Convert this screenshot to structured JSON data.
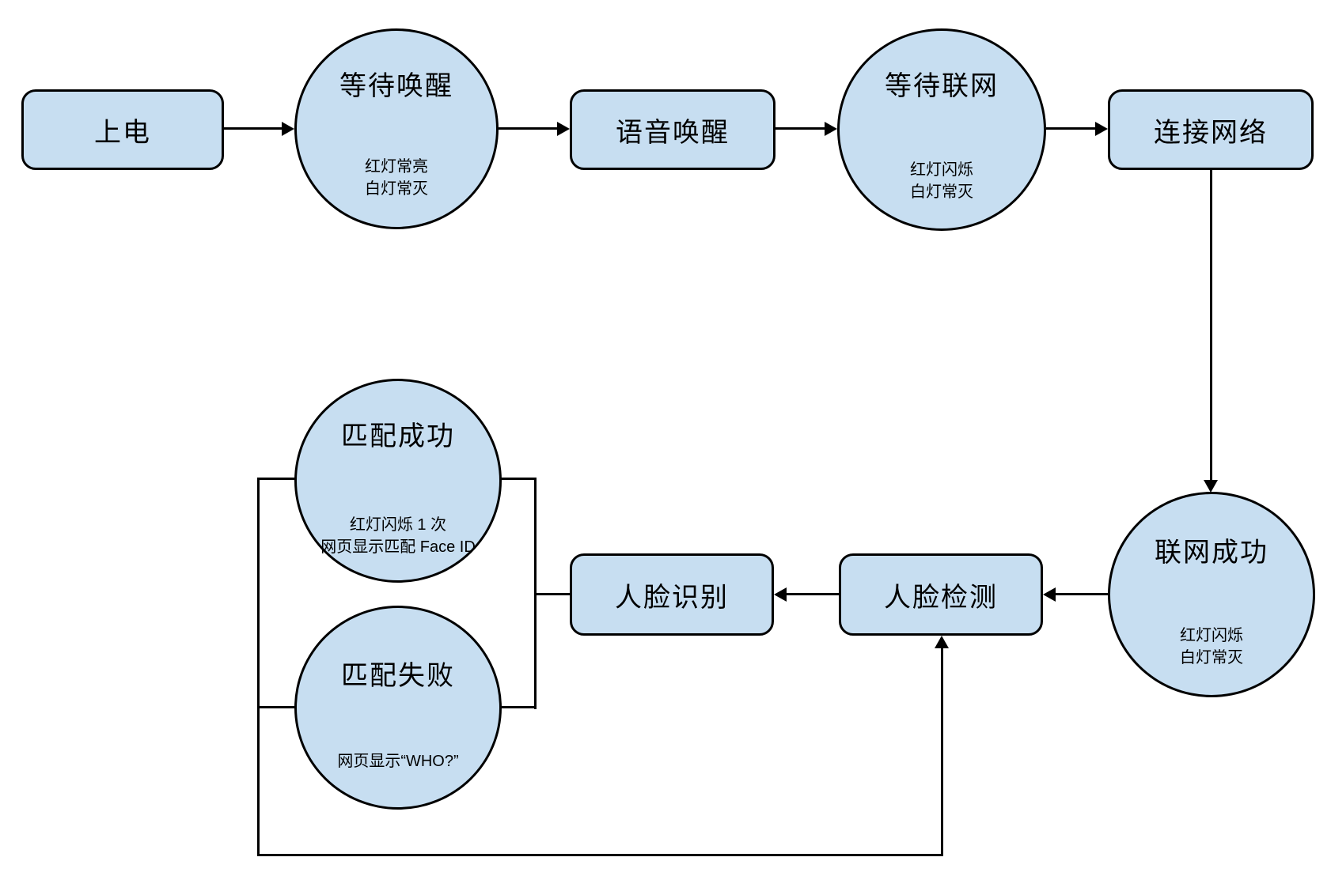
{
  "diagram": {
    "type": "flowchart",
    "background": "#FFFFFF",
    "node_fill": "#C7DEF1",
    "node_border": "#000000",
    "connector_color": "#000000",
    "nodes": {
      "power_on": {
        "shape": "rounded-rect",
        "label": "上电"
      },
      "wait_wake": {
        "shape": "ellipse",
        "label": "等待唤醒",
        "sub": [
          "红灯常亮",
          "白灯常灭"
        ]
      },
      "voice_wake": {
        "shape": "rounded-rect",
        "label": "语音唤醒"
      },
      "wait_network": {
        "shape": "ellipse",
        "label": "等待联网",
        "sub": [
          "红灯闪烁",
          "白灯常灭"
        ]
      },
      "connect_network": {
        "shape": "rounded-rect",
        "label": "连接网络"
      },
      "network_success": {
        "shape": "ellipse",
        "label": "联网成功",
        "sub": [
          "红灯闪烁",
          "白灯常灭"
        ]
      },
      "face_detect": {
        "shape": "rounded-rect",
        "label": "人脸检测"
      },
      "face_recognize": {
        "shape": "rounded-rect",
        "label": "人脸识别"
      },
      "match_success": {
        "shape": "ellipse",
        "label": "匹配成功",
        "sub": [
          "红灯闪烁 1 次",
          "网页显示匹配 Face ID"
        ]
      },
      "match_fail": {
        "shape": "ellipse",
        "label": "匹配失败",
        "sub": [
          "网页显示“WHO?”"
        ]
      }
    },
    "edges": [
      {
        "from": "power_on",
        "to": "wait_wake",
        "arrow": true
      },
      {
        "from": "wait_wake",
        "to": "voice_wake",
        "arrow": true
      },
      {
        "from": "voice_wake",
        "to": "wait_network",
        "arrow": true
      },
      {
        "from": "wait_network",
        "to": "connect_network",
        "arrow": true
      },
      {
        "from": "connect_network",
        "to": "network_success",
        "arrow": true
      },
      {
        "from": "network_success",
        "to": "face_detect",
        "arrow": true
      },
      {
        "from": "face_detect",
        "to": "face_recognize",
        "arrow": true
      },
      {
        "from": "face_recognize",
        "to": "match_success",
        "arrow": false
      },
      {
        "from": "face_recognize",
        "to": "match_fail",
        "arrow": false
      },
      {
        "from": "match_success",
        "to": "face_detect",
        "arrow": true
      },
      {
        "from": "match_fail",
        "to": "face_detect",
        "arrow": true
      }
    ]
  }
}
